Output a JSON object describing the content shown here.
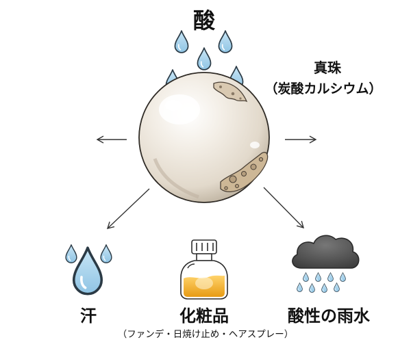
{
  "diagram": {
    "acid_label": "酸",
    "pearl_label": "真珠",
    "pearl_sublabel": "（炭酸カルシウム）",
    "sources": [
      {
        "label": "汗",
        "icon": "sweat-drops-icon"
      },
      {
        "label": "化粧品",
        "icon": "perfume-bottle-icon",
        "note": "（ファンデ・日焼け止め・ヘアスプレー）"
      },
      {
        "label": "酸性の雨水",
        "icon": "rain-cloud-icon"
      }
    ]
  },
  "colors": {
    "drop_fill": "#a9d3ec",
    "drop_stroke": "#2b3a45",
    "pearl_base": "#e9e2d6",
    "pearl_shadow": "#b9ad9b",
    "damage": "#c9b69a",
    "perfume_liquid": "#f2b12e",
    "cloud_fill": "#4d4d4d",
    "arrow": "#333333"
  }
}
